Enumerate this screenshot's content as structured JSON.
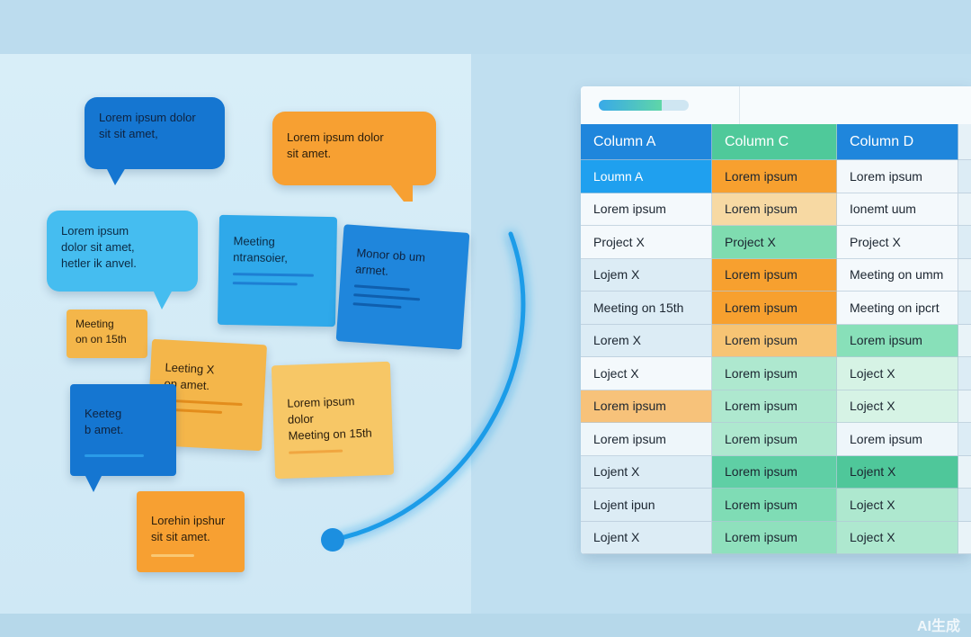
{
  "notes": {
    "b1": {
      "text": "Lorem ipsum dolor\nsit sit amet,"
    },
    "b2": {
      "text": "Lorem ipsum dolor\nsit amet."
    },
    "b3": {
      "text": "Lorem ipsum\ndolor sit amet,\nhetler ik anvel."
    },
    "n1": {
      "text": "Meeting\nntransoier,"
    },
    "n2": {
      "text": "Monor ob um\narmet."
    },
    "n3": {
      "text": "Meeting\non on 15th"
    },
    "n4": {
      "text": "Leeting X\non amet."
    },
    "n5": {
      "text": "Lorem ipsum\ndolor\nMeeting on 15th"
    },
    "b4": {
      "text": "Keeteg\nb amet."
    },
    "n6": {
      "text": "Lorehin ipshur\nsit sit amet."
    }
  },
  "colors": {
    "header_a": "#1f86dc",
    "header_c": "#4fc99a",
    "header_d": "#1f86dc",
    "connector": "#1e9ce8"
  },
  "table": {
    "progress_fraction": 0.7,
    "headers": [
      "Column A",
      "Column C",
      "Column D"
    ],
    "rows": [
      [
        "Loumn A",
        "Lorem ipsum",
        "Lorem ipsum"
      ],
      [
        "Lorem ipsum",
        "Lorem ipsum",
        "Ionemt uum"
      ],
      [
        "Project X",
        "Project X",
        "Project X"
      ],
      [
        "Lojem X",
        "Lorem ipsum",
        "Meeting on umm"
      ],
      [
        "Meeting on 15th",
        "Lorem ipsum",
        "Meeting on ipcrt"
      ],
      [
        "Lorem X",
        "Lorem ipsum",
        "Lorem ipsum"
      ],
      [
        "Loject X",
        "Lorem ipsum",
        "Loject X"
      ],
      [
        "Lorem ipsum",
        "Lorem ipsum",
        "Loject X"
      ],
      [
        "Lorem ipsum",
        "Lorem ipsum",
        "Lorem ipsum"
      ],
      [
        "Lojent X",
        "Lorem ipsum",
        "Lojent X"
      ],
      [
        "Lojent ipun",
        "Lorem ipsum",
        "Loject X"
      ],
      [
        "Lojent X",
        "Lorem ipsum",
        "Loject X"
      ]
    ],
    "row_colors": [
      [
        "#1fa0ef",
        "#f7a02f",
        "#f3f8fb"
      ],
      [
        "#f4f9fc",
        "#f7d9a3",
        "#f4f9fc"
      ],
      [
        "#f4f9fc",
        "#7fdcb0",
        "#f4f9fc"
      ],
      [
        "#dcecf5",
        "#f7a02f",
        "#f4f9fc"
      ],
      [
        "#dcecf5",
        "#f7a02f",
        "#f4f9fc"
      ],
      [
        "#dcecf5",
        "#f7c474",
        "#88e0b9"
      ],
      [
        "#f4f9fc",
        "#aee8cf",
        "#d6f3e5"
      ],
      [
        "#f7c27a",
        "#aee8cf",
        "#d6f3e5"
      ],
      [
        "#eef6fa",
        "#aee8cf",
        "#eef6fa"
      ],
      [
        "#dcecf5",
        "#5fcfa5",
        "#4fc79a"
      ],
      [
        "#dcecf5",
        "#7fdcb5",
        "#aee8cf"
      ],
      [
        "#dcecf5",
        "#8fe0bd",
        "#aee8cf"
      ]
    ]
  },
  "watermark": "AI生成"
}
